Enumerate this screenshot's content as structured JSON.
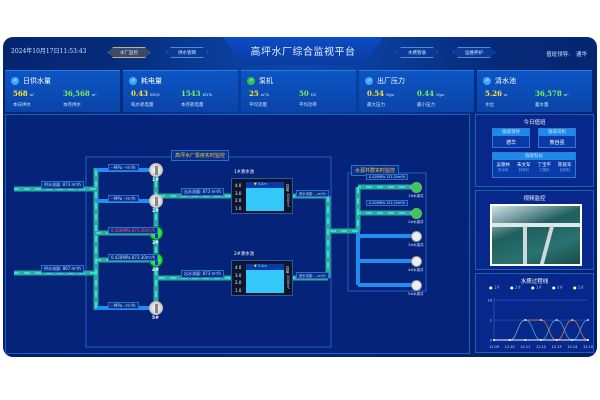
{
  "header": {
    "datetime": "2024年10月17日11:53:43",
    "title": "高坪水厂综合监视平台",
    "nav_left": [
      "水厂监控",
      "供水管网"
    ],
    "nav_right": [
      "水费管收",
      "运维养护"
    ],
    "leader_label": "值班领导:",
    "leader_name": "逋华"
  },
  "kpis": [
    {
      "title": "日供水量",
      "icon": "trend-icon",
      "items": [
        {
          "value": "568",
          "unit": "m³",
          "label": "本日供水",
          "color": "#ffe431"
        },
        {
          "value": "36,568",
          "unit": "m³",
          "label": "本月供水",
          "color": "#7df05a"
        }
      ]
    },
    {
      "title": "耗电量",
      "icon": "trend-icon",
      "items": [
        {
          "value": "0.43",
          "unit": "KW/h",
          "label": "吨水耗电量",
          "color": "#ffe431"
        },
        {
          "value": "1543",
          "unit": "KW/h",
          "label": "本月耗电量",
          "color": "#7df05a"
        }
      ]
    },
    {
      "title": "泵机",
      "icon": "trend-icon",
      "items": [
        {
          "value": "25",
          "unit": "m³/h",
          "label": "平均流量",
          "color": "#ffe431"
        },
        {
          "value": "50",
          "unit": "HZ",
          "label": "平均功率",
          "color": "#7df05a"
        }
      ]
    },
    {
      "title": "出厂压力",
      "icon": "trend-icon",
      "items": [
        {
          "value": "0.54",
          "unit": "Mpa",
          "label": "最大压力",
          "color": "#ffe431"
        },
        {
          "value": "0.44",
          "unit": "Mpa",
          "label": "最小压力",
          "color": "#7df05a"
        }
      ]
    },
    {
      "title": "清水池",
      "icon": "trend-icon",
      "items": [
        {
          "value": "5.26",
          "unit": "m",
          "label": "水位",
          "color": "#ffe431"
        },
        {
          "value": "36,578",
          "unit": "m³",
          "label": "蓄水量",
          "color": "#7df05a"
        }
      ]
    }
  ],
  "pump_room": {
    "title": "高坪水厂泵房实时监控",
    "pumps": [
      {
        "name": "1#",
        "status": "off",
        "reading": "--MPa    --m³/h"
      },
      {
        "name": "2#",
        "status": "off",
        "reading": "--MPa    --m³/h"
      },
      {
        "name": "3#",
        "status": "on",
        "reading": "0.428MPa  873.30m³/h",
        "alarm": "0.428MPa"
      },
      {
        "name": "4#",
        "status": "on",
        "reading": "0.428MPa  873.30m³/h"
      },
      {
        "name": "5#",
        "status": "off",
        "reading": "--MPa    --m³/h"
      }
    ],
    "outflows": [
      "供水流量: 873 m³/h",
      "供水流量: 867 m³/h"
    ],
    "inflows": [
      "出水流量: 873 m³/h",
      "出水流量: 873 m³/h"
    ],
    "tanks": [
      {
        "name": "1#清水池",
        "level": "3.2m",
        "volume": "容量: 3000m³",
        "scale": [
          "4.0",
          "3.0",
          "2.0",
          "1.0"
        ],
        "inflow": "进水流量: ---m³/h"
      },
      {
        "name": "2#清水池",
        "level": "3.2m",
        "volume": "容量: 3000m³",
        "scale": [
          "4.0",
          "3.0",
          "2.0",
          "1.0"
        ],
        "inflow": "进水流量: ---m³/h"
      }
    ]
  },
  "wells": {
    "title": "水源井群实时监控",
    "items": [
      {
        "name": "1#水源井",
        "status": "on",
        "reading": "0.428MPa  132.30m³/h"
      },
      {
        "name": "2#水源井",
        "status": "on",
        "reading": "0.428MPa  132.10m³/h"
      },
      {
        "name": "3#水源井",
        "status": "off"
      },
      {
        "name": "4#水源井",
        "status": "off"
      },
      {
        "name": "5#水源井",
        "status": "off"
      }
    ]
  },
  "duty": {
    "title": "今日值班",
    "leader_label": "值班领导",
    "leader": "逋华",
    "driver_label": "值班司机",
    "driver": "熊自强",
    "chief_label": "值班科长",
    "chiefs": [
      {
        "name": "吴德林",
        "dept": "供水科"
      },
      {
        "name": "朱文军",
        "dept": "机电科"
      },
      {
        "name": "丁宝平",
        "dept": "工程科"
      },
      {
        "name": "陈锐军",
        "dept": "后勤科"
      }
    ]
  },
  "video": {
    "title": "视频监控"
  },
  "chart_data": {
    "type": "line",
    "title": "水质过程线",
    "categories": [
      "12.09",
      "12.10",
      "12.11",
      "12.12",
      "12.13",
      "12.14",
      "12.15"
    ],
    "yticks": [
      "0",
      "1",
      "10"
    ],
    "ylim": [
      0,
      2
    ],
    "series": [
      {
        "name": "1#",
        "color": "#e07b39",
        "values": [
          0,
          0,
          1,
          1,
          0,
          1,
          0
        ]
      },
      {
        "name": "2#",
        "color": "#3ab0c8",
        "values": [
          0,
          0,
          1,
          0,
          1,
          0,
          1
        ]
      },
      {
        "name": "3#",
        "color": "#ffffff",
        "values": [
          0,
          0,
          0,
          0,
          0,
          0,
          0
        ]
      },
      {
        "name": "4#",
        "color": "#ffffff",
        "values": [
          0,
          0,
          0,
          0,
          0,
          0,
          0
        ]
      },
      {
        "name": "5#",
        "color": "#ffffff",
        "values": [
          0,
          0,
          0,
          0,
          0,
          0,
          0
        ]
      }
    ]
  }
}
